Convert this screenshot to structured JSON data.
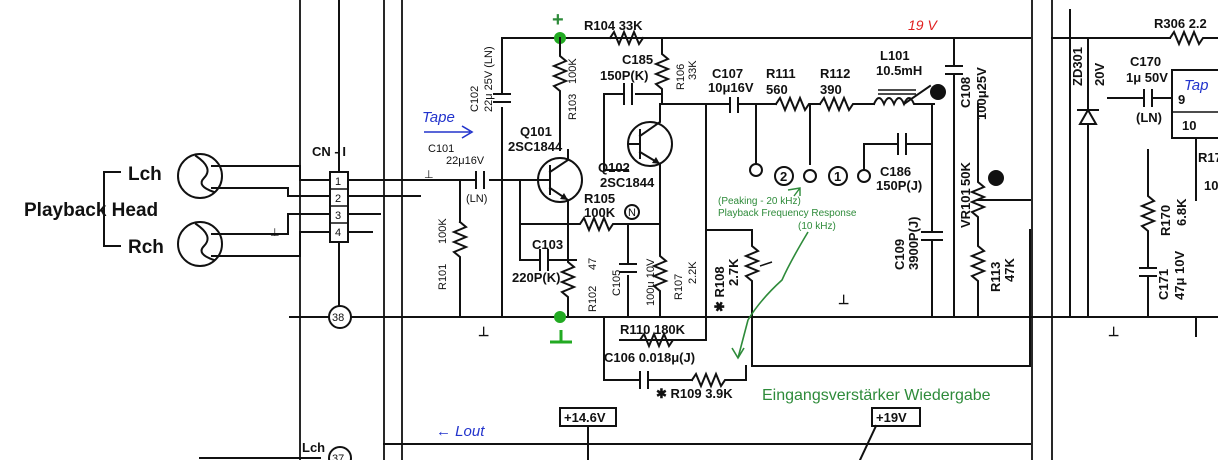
{
  "labels": {
    "playback_head": "Playback Head",
    "lch": "Lch",
    "rch": "Rch",
    "cn1": "CN - I",
    "pins": [
      "1",
      "2",
      "3",
      "4"
    ],
    "node38": "38",
    "node37": "37",
    "lch_bottom": "Lch",
    "plus_top": "+",
    "ground_mark": "⊥",
    "tape_in": "Tape",
    "lout": "← Lout",
    "tape_right": "Tap",
    "red_voltage": "19 V",
    "v146": "+14.6V",
    "v19": "+19V",
    "eingang": "Eingangsverstärker Wiedergabe",
    "peaking": "(Peaking - 20 kHz)",
    "pfr": "Playback Frequency Response",
    "khz10": "(10 kHz)",
    "circle2": "2",
    "circle1": "1",
    "circleN": "N",
    "pin9": "9",
    "pin10": "10",
    "ln_right": "(LN)"
  },
  "components": {
    "c102_a": "C102",
    "c102_b": "22μ 25V (LN)",
    "c101_a": "C101",
    "c101_b": "22μ16V",
    "c101_ln": "(LN)",
    "r101_a": "R101",
    "r101_b": "100K",
    "q101_a": "Q101",
    "q101_b": "2SC1844",
    "r103_a": "R103",
    "r103_b": "100K",
    "r104": "R104 33K",
    "c185_a": "C185",
    "c185_b": "150P(K)",
    "r106_a": "R106",
    "r106_b": "33K",
    "q102_a": "Q102",
    "q102_b": "2SC1844",
    "r105_a": "R105",
    "r105_b": "100K",
    "c103_a": "C103",
    "c103_b": "220P(K)",
    "r102_a": "R102",
    "r102_b": "47",
    "c105_a": "C105",
    "c105_b": "100μ 10V",
    "r107_a": "R107",
    "r107_b": "2.2K",
    "c107_a": "C107",
    "c107_b": "10μ16V",
    "r111_a": "R111",
    "r111_b": "560",
    "r112_a": "R112",
    "r112_b": "390",
    "l101_a": "L101",
    "l101_b": "10.5mH",
    "c108_a": "C108",
    "c108_b": "100μ25V",
    "c186_a": "C186",
    "c186_b": "150P(J)",
    "c109_a": "C109",
    "c109_b": "3900P(J)",
    "vr101_a": "VR101",
    "vr101_b": "50K",
    "r113_a": "R113",
    "r113_b": "47K",
    "r108_a": "✱ R108",
    "r108_b": "2.7K",
    "r110": "R110 180K",
    "c106": "C106 0.018μ(J)",
    "r109": "✱ R109 3.9K",
    "zd301_a": "ZD301",
    "zd301_b": "20V",
    "r306": "R306 2.2",
    "c170_a": "C170",
    "c170_b": "1μ 50V",
    "r170_a": "R170",
    "r170_b": "6.8K",
    "c171_a": "C171",
    "c171_b": "47μ 10V",
    "r17x_a": "R17",
    "r17x_b": "10"
  },
  "icons": {
    "green_dot": "green-dot-marker",
    "lock": "tuning-point-icon"
  },
  "colors": {
    "ink": "#111111",
    "annot_blue": "#2233cc",
    "annot_green": "#2e8b3a",
    "annot_red": "#e02020"
  }
}
